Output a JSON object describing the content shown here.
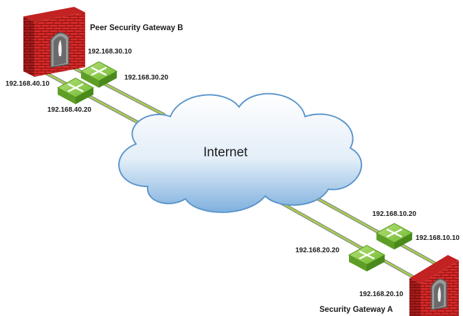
{
  "cloud": {
    "label": "Internet"
  },
  "gateway_b": {
    "name": "Peer Security  Gateway B",
    "ip_upper": "192.168.30.10",
    "ip_lower": "192.168.40.10"
  },
  "gateway_a": {
    "name": "Security Gateway A",
    "ip_upper": "192.168.10.10",
    "ip_lower": "192.168.20.10"
  },
  "routers": {
    "b_upper_ip": "192.168.30.20",
    "b_lower_ip": "192.168.40.20",
    "a_upper_ip": "192.168.10.20",
    "a_lower_ip": "192.168.20.20"
  },
  "colors": {
    "firewall_red": "#d42a2a",
    "router_green": "#7cc43a",
    "link_green": "#9ccc3c",
    "link_gray": "#8a8a8a",
    "cloud_blue": "#6fa8d8"
  }
}
